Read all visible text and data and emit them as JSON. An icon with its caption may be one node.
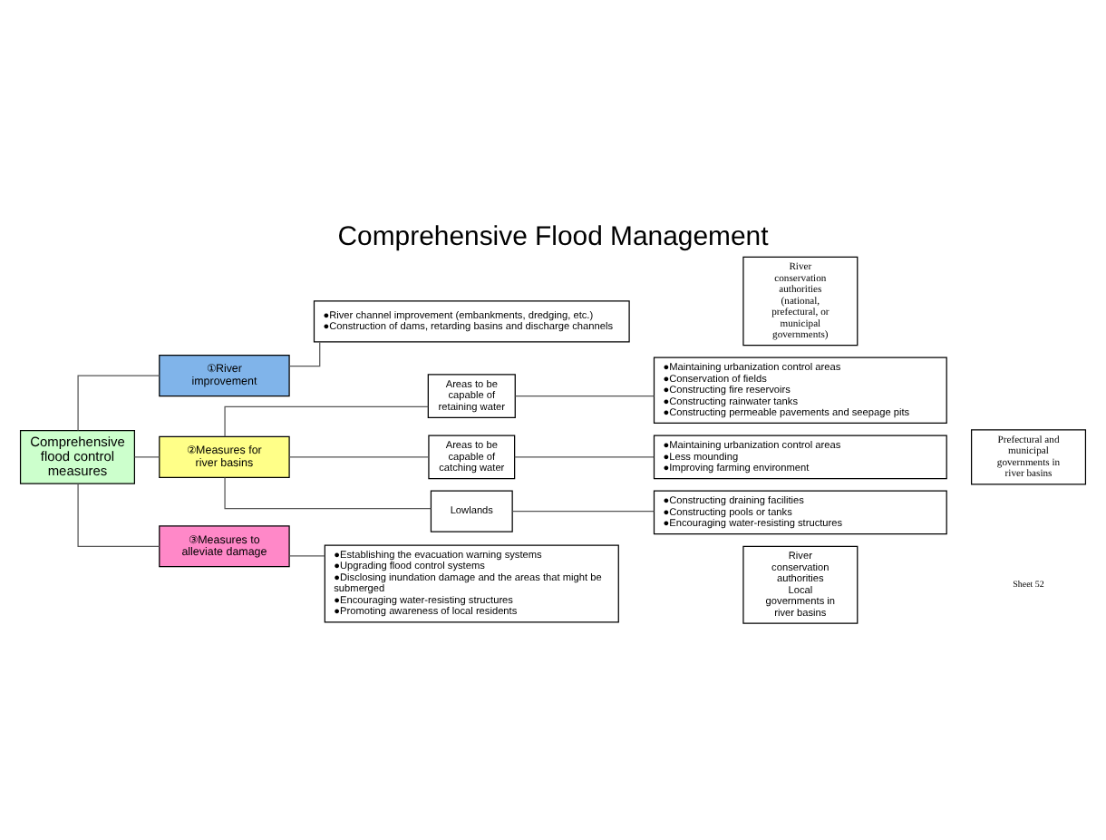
{
  "diagram": {
    "title": "Comprehensive Flood Management",
    "nodes": [
      {
        "text": [
          "Comprehensive flood control measures"
        ]
      },
      {
        "text": [
          "①River improvement"
        ]
      },
      {
        "text": [
          "②Measures for river basins"
        ]
      },
      {
        "text": [
          "③Measures to alleviate damage"
        ]
      },
      {
        "text": [
          "●River channel improvement (embankments, dredging, etc.)",
          "●Construction of dams, retarding basins and discharge channels"
        ]
      },
      {
        "text": [
          "Areas to be capable of retaining water"
        ]
      },
      {
        "text": [
          "Areas to be capable of catching water"
        ]
      },
      {
        "text": [
          "Lowlands"
        ]
      },
      {
        "text": [
          "●Maintaining urbanization control areas",
          "●Conservation of fields",
          "●Constructing fire reservoirs",
          "●Constructing rainwater tanks",
          "●Constructing permeable pavements and seepage pits"
        ]
      },
      {
        "text": [
          "●Maintaining urbanization control areas",
          "●Less mounding",
          "●Improving farming environment"
        ]
      },
      {
        "text": [
          "●Constructing draining facilities",
          "●Constructing pools or tanks",
          "●Encouraging water-resisting structures"
        ]
      },
      {
        "text": [
          "●Establishing the evacuation warning systems",
          "●Upgrading flood control systems",
          "●Disclosing inundation damage and the areas that might be submerged",
          "●Encouraging water-resisting structures",
          "●Promoting awareness of local residents"
        ]
      },
      {
        "text": [
          "River conservation authorities (national, prefectural, or municipal governments)"
        ]
      },
      {
        "text": [
          "Prefectural and municipal governments in river basins"
        ]
      },
      {
        "text": [
          "River conservation authorities",
          "Local governments in river basins"
        ]
      }
    ],
    "edges": [
      {
        "from": 0,
        "to": 1,
        "arrow": "none"
      },
      {
        "from": 0,
        "to": 2,
        "arrow": "none"
      },
      {
        "from": 0,
        "to": 3,
        "arrow": "none"
      },
      {
        "from": 1,
        "to": 4,
        "arrow": "none"
      },
      {
        "from": 2,
        "to": 5,
        "arrow": "none"
      },
      {
        "from": 2,
        "to": 6,
        "arrow": "none"
      },
      {
        "from": 2,
        "to": 7,
        "arrow": "none"
      },
      {
        "from": 5,
        "to": 8,
        "arrow": "none"
      },
      {
        "from": 6,
        "to": 9,
        "arrow": "none"
      },
      {
        "from": 7,
        "to": 10,
        "arrow": "none"
      },
      {
        "from": 3,
        "to": 11,
        "arrow": "none"
      }
    ],
    "labels": [
      "Sheet 52"
    ]
  }
}
